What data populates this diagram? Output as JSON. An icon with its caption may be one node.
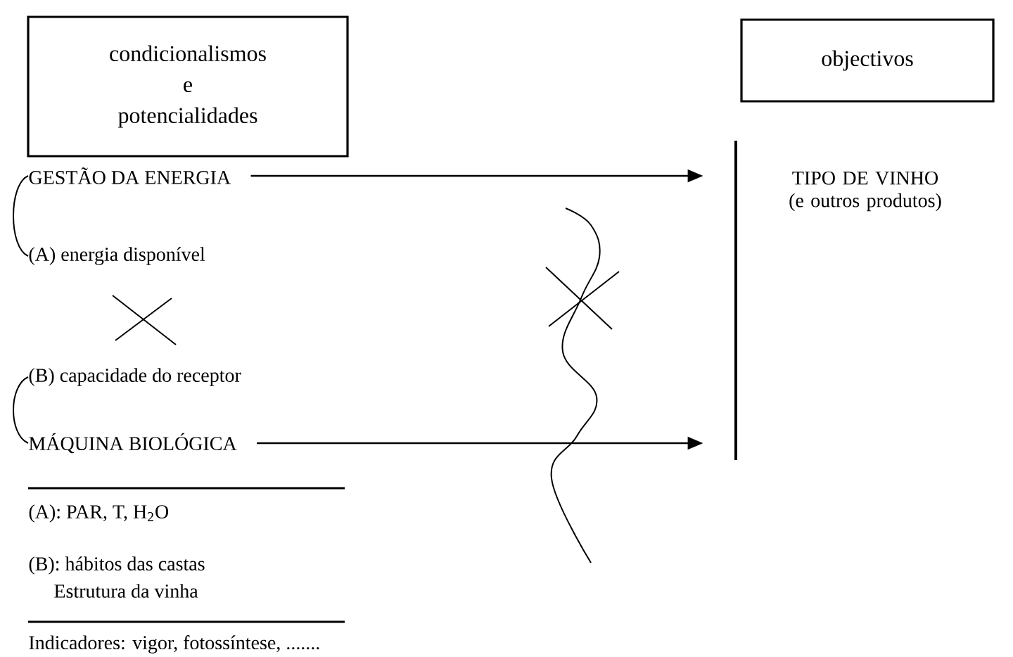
{
  "diagram": {
    "nodes": [
      {
        "text": [
          "condicionalismos e potencialidades"
        ]
      },
      {
        "text": [
          "objectivos"
        ]
      },
      {
        "text": [
          "GESTÃO DA ENERGIA"
        ]
      },
      {
        "text": [
          "(A) energia disponível"
        ]
      },
      {
        "text": [
          "(B) capacidade do receptor"
        ]
      },
      {
        "text": [
          "MÁQUINA BIOLÓGICA"
        ]
      },
      {
        "text": [],
        "shape": "bar"
      }
    ],
    "edges": [
      {
        "from": 2,
        "to": 6,
        "arrow": "to"
      },
      {
        "from": 5,
        "to": 6,
        "arrow": "to"
      },
      {
        "from": 2,
        "to": 3,
        "arrow": "none"
      },
      {
        "from": 4,
        "to": 5,
        "arrow": "none"
      }
    ],
    "labels": [
      "TIPO DE VINHO (e outros produtos)",
      "(A): PAR, T, H$_{2}$O",
      "(B): hábitos das castas",
      "Estrutura da vinha",
      "Indicadores: vigor, fotossíntese, ......."
    ]
  }
}
